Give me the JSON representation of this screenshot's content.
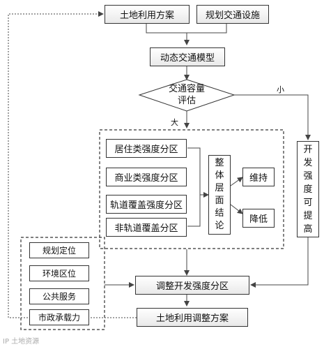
{
  "top": {
    "land_use_plan": "土地利用方案",
    "traffic_facilities": "规划交通设施"
  },
  "model": "动态交通模型",
  "evaluation": {
    "line1": "交通容量",
    "line2": "评估"
  },
  "branch": {
    "small": "小",
    "large": "大"
  },
  "zones": [
    "居住类强度分区",
    "商业类强度分区",
    "轨道覆盖强度分区",
    "非轨道覆盖分区"
  ],
  "overall": [
    "整",
    "体",
    "层",
    "面",
    "结",
    "论"
  ],
  "maintain": "维持",
  "reduce": "降低",
  "raise": [
    "开",
    "发",
    "强",
    "度",
    "可",
    "提",
    "高"
  ],
  "factors": [
    "规划定位",
    "环境区位",
    "公共服务",
    "市政承载力"
  ],
  "adjust": "调整开发强度分区",
  "final": "土地利用调整方案",
  "watermark": "IP 土地资源"
}
